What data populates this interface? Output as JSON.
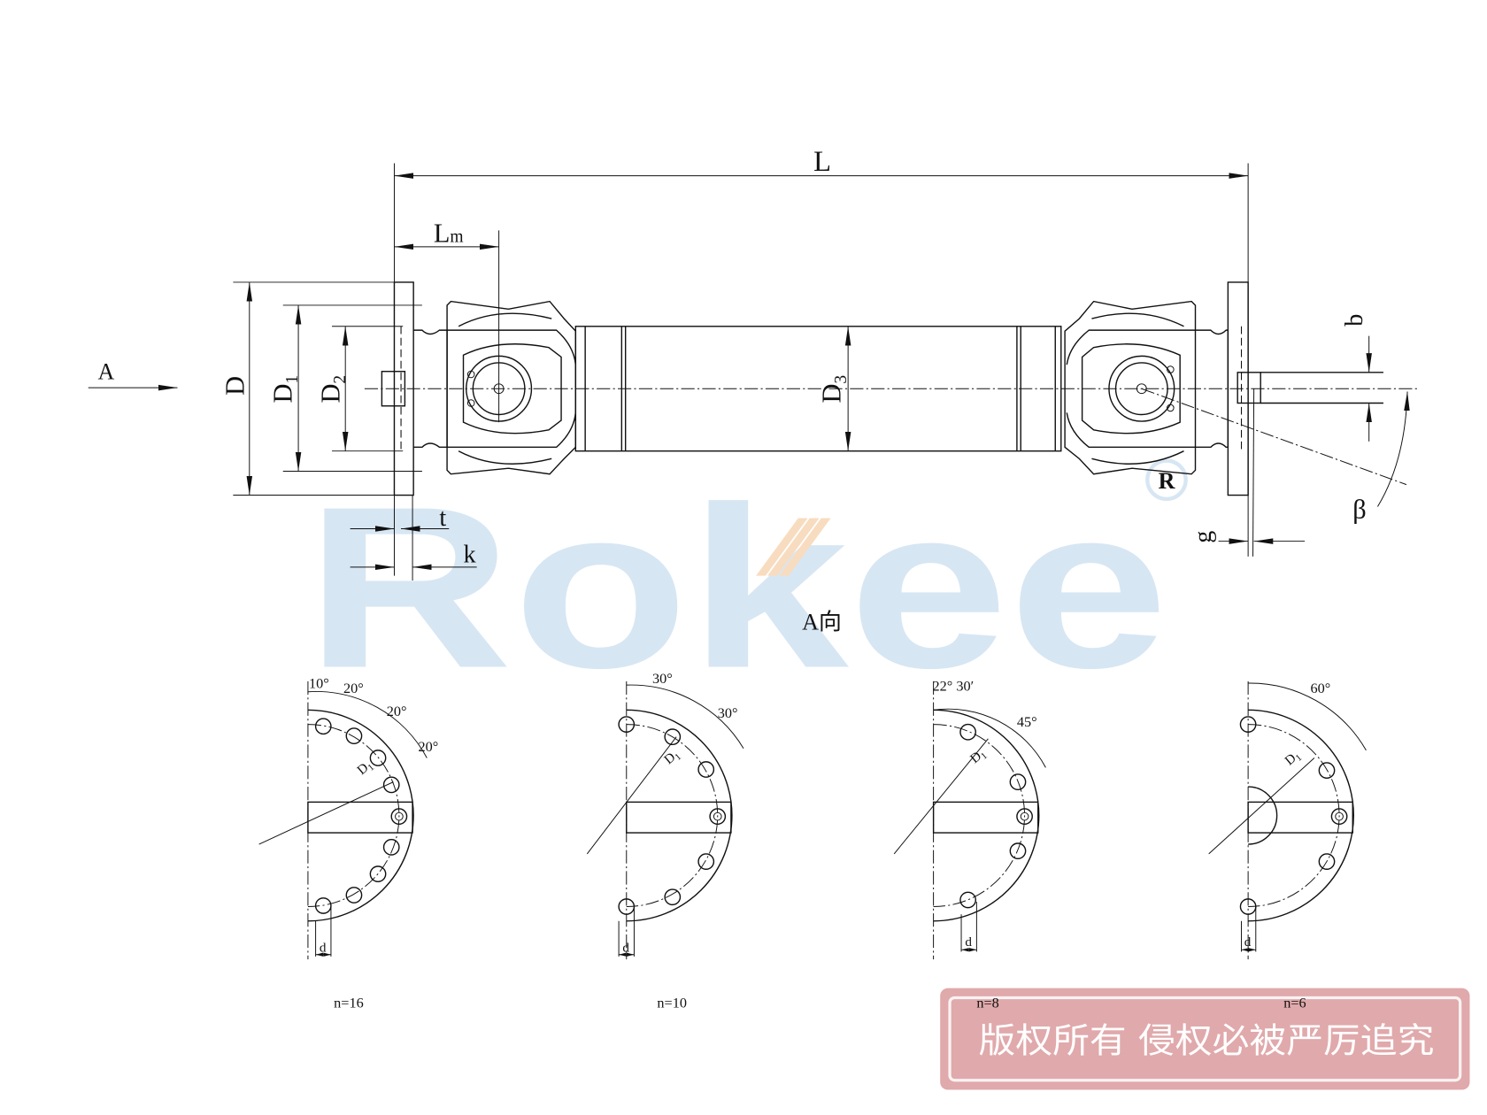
{
  "drawing": {
    "type": "technical-drawing",
    "subject": "cross-shaft universal joint coupling (flange type)",
    "main_view": {
      "dimension_labels": {
        "overall_length": "L",
        "length_m": "L",
        "length_m_sub": "m",
        "flange_diameter": "D",
        "bolt_circle_diameter": "D",
        "bolt_circle_diameter_sub": "1",
        "spigot_diameter": "D",
        "spigot_diameter_sub": "2",
        "tube_diameter": "D",
        "tube_diameter_sub": "3",
        "spigot_depth": "t",
        "flange_thickness": "k",
        "key_width": "b",
        "key_offset": "g",
        "max_angle": "β"
      },
      "view_arrow_label": "A"
    },
    "section_title": "A向",
    "bolt_patterns": [
      {
        "label": "n=16",
        "angles": [
          "10°",
          "20°",
          "20°",
          "20°"
        ],
        "circle_label": "D",
        "circle_sub": "1",
        "hole_label": "d"
      },
      {
        "label": "n=10",
        "angles": [
          "30°",
          "30°"
        ],
        "circle_label": "D",
        "circle_sub": "1",
        "hole_label": "d"
      },
      {
        "label": "n=8",
        "angles": [
          "22° 30′",
          "45°"
        ],
        "circle_label": "D",
        "circle_sub": "1",
        "hole_label": "d"
      },
      {
        "label": "n=6",
        "angles": [
          "60°"
        ],
        "circle_label": "D",
        "circle_sub": "1",
        "hole_label": "d"
      }
    ]
  },
  "watermark": {
    "brand": "Rokee",
    "registered_mark": "R",
    "colors": {
      "brand_blue": "#d7e6f3",
      "brand_orange": "#f8dcc0"
    }
  },
  "copyright_stamp": {
    "text": "版权所有 侵权必被严厉追究",
    "color": "#e0a9ab"
  }
}
